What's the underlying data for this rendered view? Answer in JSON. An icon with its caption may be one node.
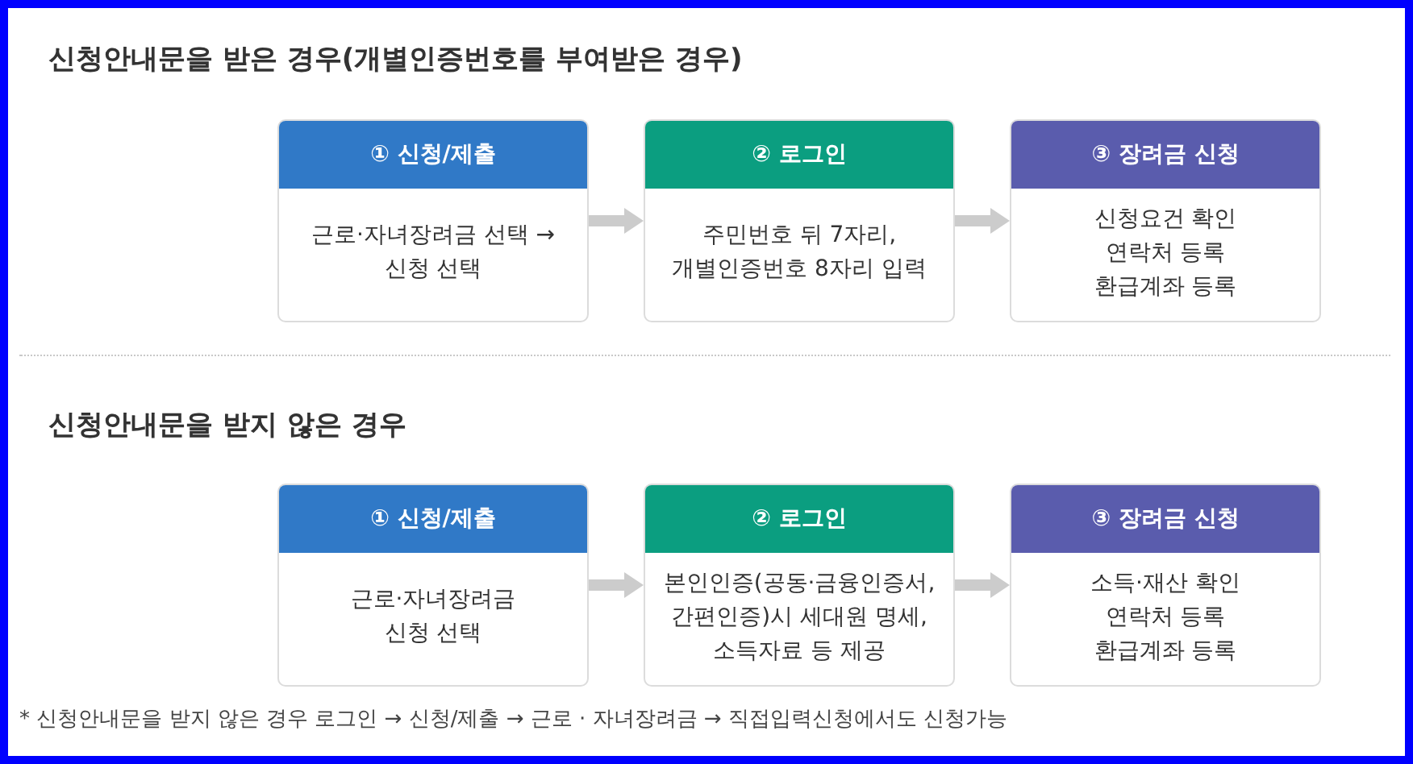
{
  "diagram": {
    "nodes": [
      {
        "text": [
          "① 신청/제출",
          "근로·자녀장려금 선택 → 신청 선택"
        ]
      },
      {
        "text": [
          "② 로그인",
          "주민번호 뒤 7자리, 개별인증번호 8자리 입력"
        ]
      },
      {
        "text": [
          "③ 장려금 신청",
          "신청요건 확인",
          "연락처 등록",
          "환급계좌 등록"
        ]
      },
      {
        "text": [
          "① 신청/제출",
          "근로·자녀장려금 신청 선택"
        ]
      },
      {
        "text": [
          "② 로그인",
          "본인인증(공동·금융인증서, 간편인증)시 세대원 명세, 소득자료 등 제공"
        ]
      },
      {
        "text": [
          "③ 장려금 신청",
          "소득·재산 확인",
          "연락처 등록",
          "환급계좌 등록"
        ]
      }
    ],
    "edges": [
      {
        "from": 0,
        "to": 1,
        "arrow": "to"
      },
      {
        "from": 1,
        "to": 2,
        "arrow": "to"
      },
      {
        "from": 3,
        "to": 4,
        "arrow": "to"
      },
      {
        "from": 4,
        "to": 5,
        "arrow": "to"
      }
    ],
    "labels": [
      "신청안내문을 받은 경우(개별인증번호를 부여받은 경우)",
      "신청안내문을 받지 않은 경우",
      "* 신청안내문을 받지 않은 경우 로그인 → 신청/제출 → 근로 · 자녀장려금 → 직접입력신청에서도 신청가능"
    ]
  }
}
